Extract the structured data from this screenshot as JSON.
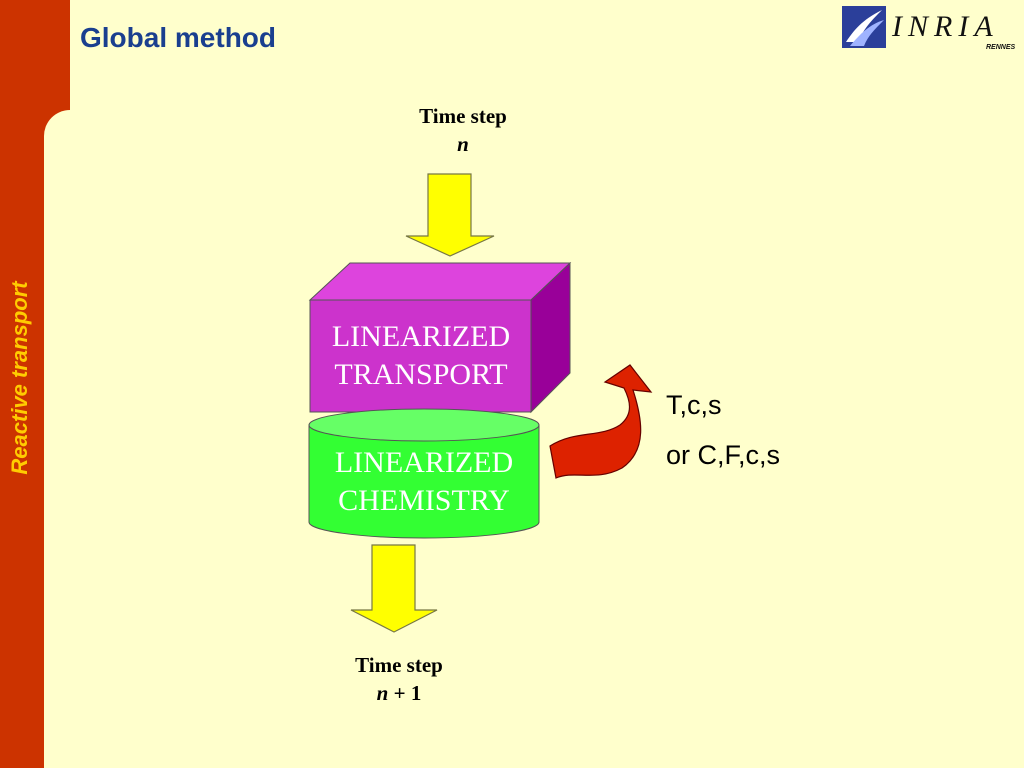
{
  "sidebar": {
    "label": "Reactive transport"
  },
  "slide": {
    "title": "Global method"
  },
  "logo": {
    "text": "INRIA",
    "subtext": "RENNES"
  },
  "diagram": {
    "time_step_top": {
      "label": "Time step",
      "var": "n"
    },
    "transport": {
      "line1": "LINEARIZED",
      "line2": "TRANSPORT"
    },
    "chemistry": {
      "line1": "LINEARIZED",
      "line2": "CHEMISTRY"
    },
    "variables": {
      "line1": "T,c,s",
      "line2": "or C,F,c,s"
    },
    "time_step_bottom": {
      "label": "Time step",
      "var": "n",
      "suffix": " + 1"
    }
  },
  "colors": {
    "sidebar": "#cc3300",
    "background": "#ffffcc",
    "title": "#1a3f8f",
    "transport_box": "#cc33cc",
    "chemistry_cylinder": "#33ff33",
    "arrow_yellow": "#ffff00",
    "feedback_arrow": "#dd2200"
  }
}
